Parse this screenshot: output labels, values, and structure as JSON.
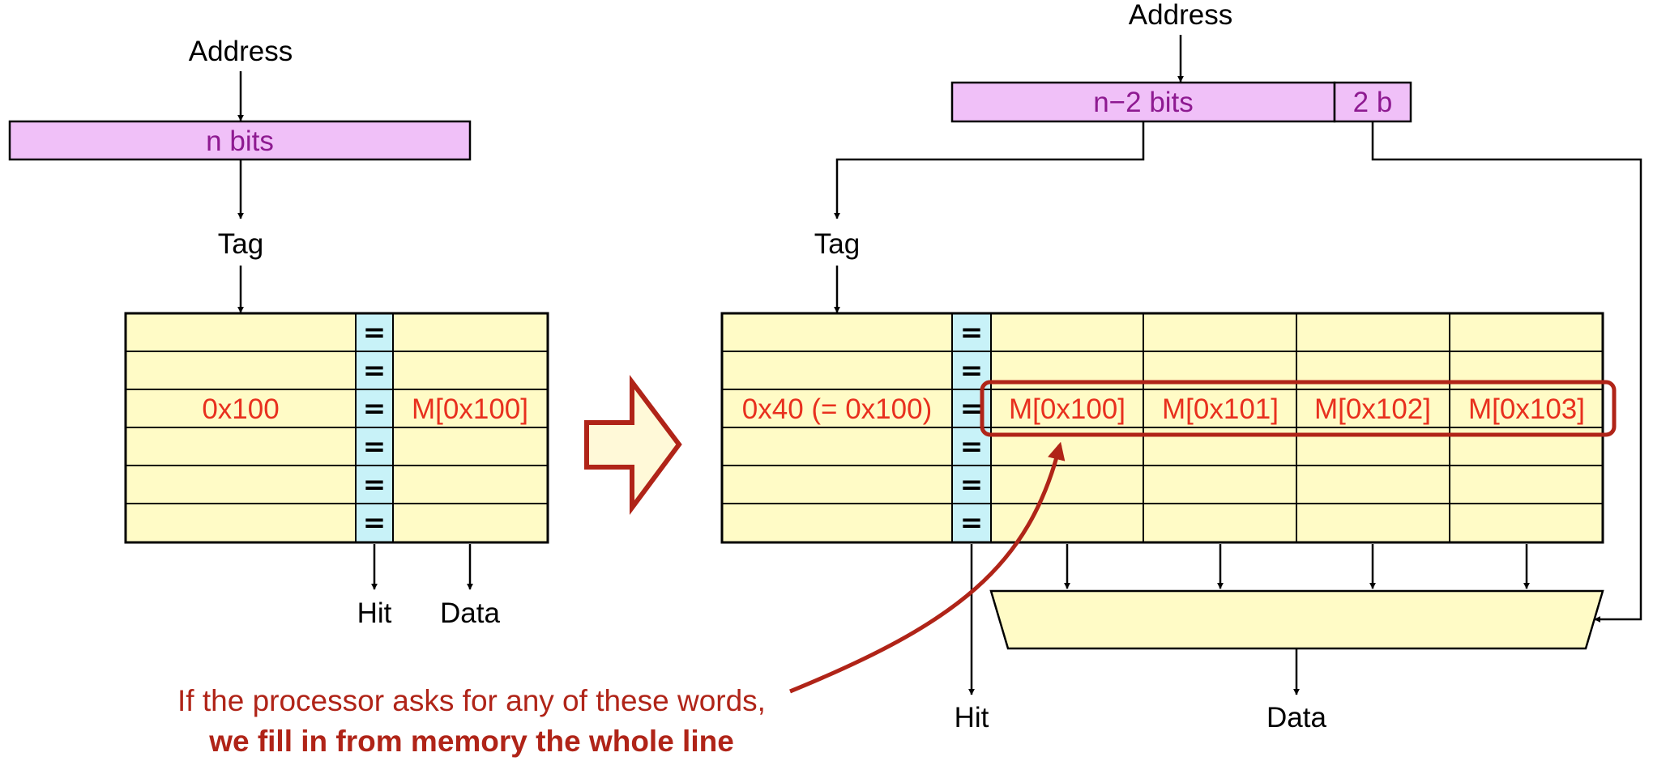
{
  "left": {
    "address_label": "Address",
    "address_field": "n bits",
    "tag_label": "Tag",
    "tag_value": "0x100",
    "data_value": "M[0x100]",
    "hit_label": "Hit",
    "data_label": "Data",
    "compare_symbol": "=",
    "rows": 6
  },
  "right": {
    "address_label": "Address",
    "index_field": "n−2 bits",
    "offset_field": "2 b",
    "tag_label": "Tag",
    "tag_value": "0x40 (= 0x100)",
    "words": [
      "M[0x100]",
      "M[0x101]",
      "M[0x102]",
      "M[0x103]"
    ],
    "hit_label": "Hit",
    "data_label": "Data",
    "compare_symbol": "=",
    "rows": 6
  },
  "annotation": {
    "line1": "If the processor asks for any of these words,",
    "line2": "we fill in from memory the whole line"
  },
  "colors": {
    "address_field": "#f0c0f8",
    "cache_cell": "#fffbc6",
    "comparator": "#c8f2f8",
    "highlight": "#b02418",
    "arrow_fill": "#fff9d8"
  }
}
